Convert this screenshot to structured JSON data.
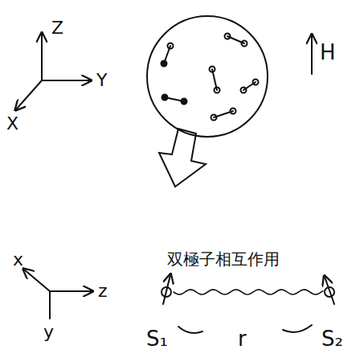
{
  "diagram": {
    "labels": [
      "Z",
      "Y",
      "X",
      "H",
      "双極子相互作用",
      "x",
      "z",
      "y",
      "S₁",
      "r",
      "S₂"
    ]
  }
}
